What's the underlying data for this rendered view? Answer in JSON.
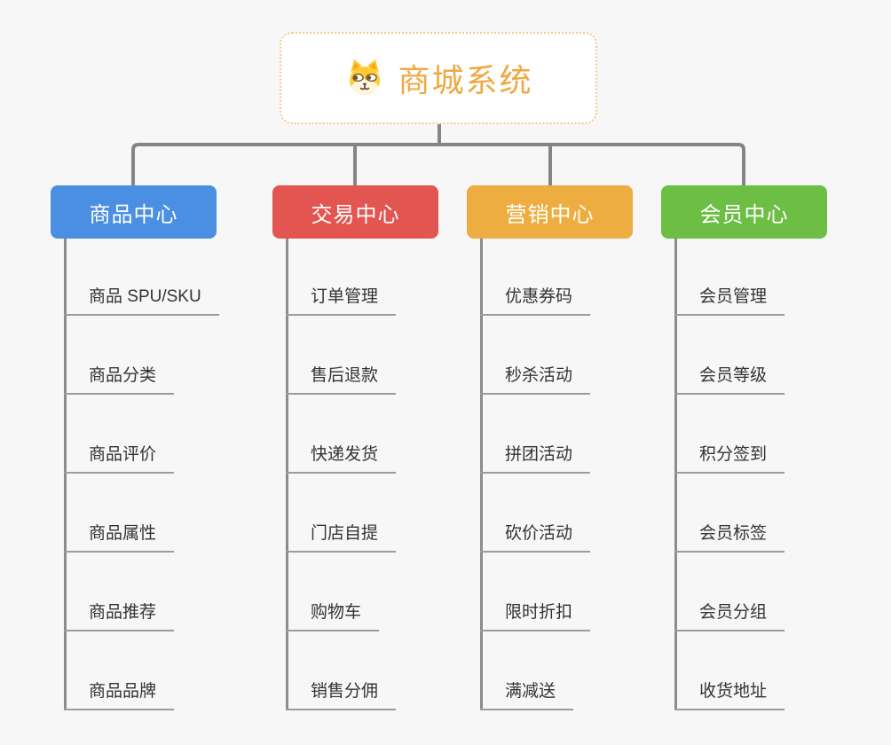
{
  "root": {
    "title": "商城系统",
    "icon": "dog-face-icon",
    "text_color": "#EFA943",
    "border_color": "#F4C88A"
  },
  "branches": [
    {
      "name": "product-center",
      "label": "商品中心",
      "color": "#4A8FE2",
      "children": [
        "商品 SPU/SKU",
        "商品分类",
        "商品评价",
        "商品属性",
        "商品推荐",
        "商品品牌"
      ]
    },
    {
      "name": "trade-center",
      "label": "交易中心",
      "color": "#E25551",
      "children": [
        "订单管理",
        "售后退款",
        "快递发货",
        "门店自提",
        "购物车",
        "销售分佣"
      ]
    },
    {
      "name": "marketing-center",
      "label": "营销中心",
      "color": "#EDAD40",
      "children": [
        "优惠券码",
        "秒杀活动",
        "拼团活动",
        "砍价活动",
        "限时折扣",
        "满减送"
      ]
    },
    {
      "name": "member-center",
      "label": "会员中心",
      "color": "#6CBE44",
      "children": [
        "会员管理",
        "会员等级",
        "积分签到",
        "会员标签",
        "会员分组",
        "收货地址"
      ]
    }
  ],
  "connector_color": "#858585",
  "leaf_line_color": "#9C9C9C",
  "background_color": "#F7F7F7"
}
